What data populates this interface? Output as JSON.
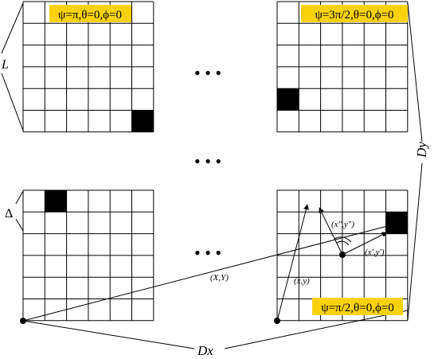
{
  "panels": {
    "top_left": {
      "angle_label": "ψ=π,θ=0,ϕ=0"
    },
    "top_right": {
      "angle_label": "ψ=3π/2,θ=0,ϕ=0"
    },
    "bottom_right": {
      "angle_label": "ψ=π/2,θ=0,ϕ=0"
    },
    "bottom_left": {
      "angle_label": ""
    }
  },
  "labels": {
    "L": "L",
    "Delta": "Δ",
    "Dx": "Dx",
    "Dy": "Dy",
    "XY": "(X,Y)",
    "xy": "(x,y)",
    "xpyp": "(x',y')",
    "xppypp": "(x\",y\")"
  },
  "ellipsis": {
    "top": "• • •",
    "middle": "• • •",
    "bottom": "• • •"
  },
  "colors": {
    "label_background": "#F9D20B",
    "grid_line": "#000000",
    "filled_cell": "#000000"
  }
}
